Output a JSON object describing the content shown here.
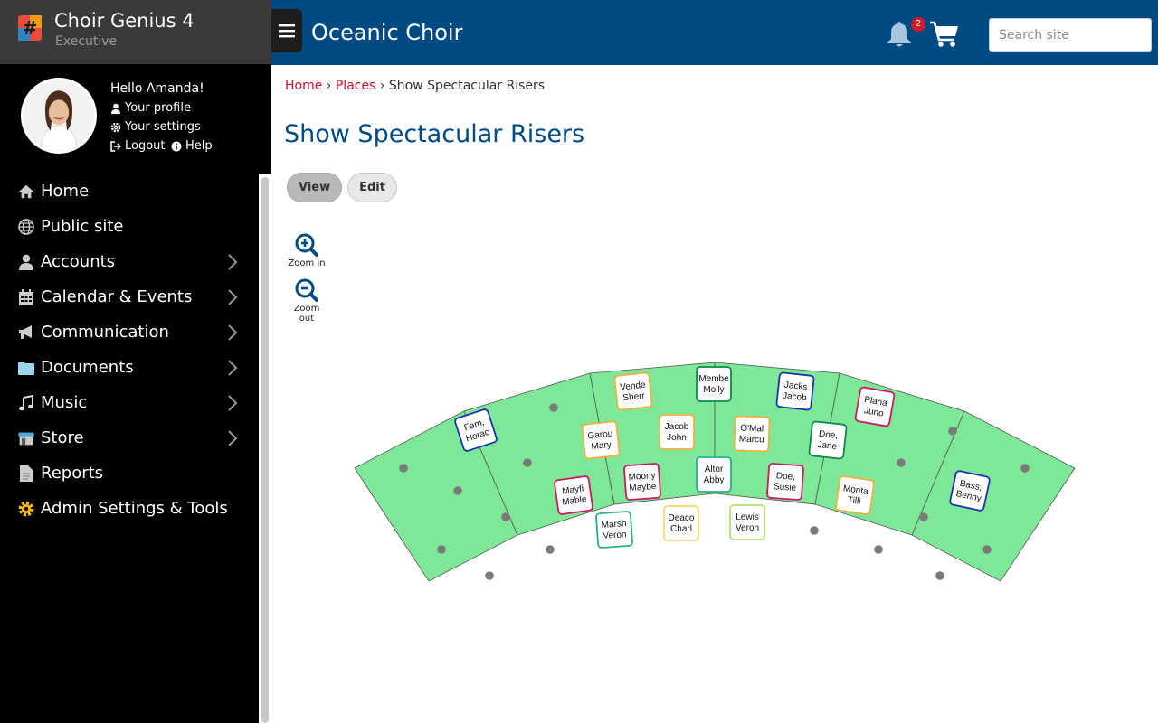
{
  "app": {
    "name": "Choir Genius 4",
    "role": "Executive"
  },
  "user": {
    "greeting": "Hello Amanda!",
    "profile_label": "Your profile",
    "settings_label": "Your settings",
    "logout_label": "Logout",
    "help_label": "Help"
  },
  "sidebar": {
    "items": [
      {
        "label": "Home",
        "icon": "home-icon",
        "has_children": false
      },
      {
        "label": "Public site",
        "icon": "globe-icon",
        "has_children": false
      },
      {
        "label": "Accounts",
        "icon": "user-icon",
        "has_children": true
      },
      {
        "label": "Calendar & Events",
        "icon": "calendar-icon",
        "has_children": true
      },
      {
        "label": "Communication",
        "icon": "megaphone-icon",
        "has_children": true
      },
      {
        "label": "Documents",
        "icon": "folder-icon",
        "has_children": true
      },
      {
        "label": "Music",
        "icon": "music-note-icon",
        "has_children": true
      },
      {
        "label": "Store",
        "icon": "store-icon",
        "has_children": true
      },
      {
        "label": "Reports",
        "icon": "report-icon",
        "has_children": false
      },
      {
        "label": "Admin Settings & Tools",
        "icon": "gear-icon",
        "has_children": false
      }
    ]
  },
  "header": {
    "org_title": "Oceanic Choir",
    "notifications_count": "2",
    "search_placeholder": "Search site"
  },
  "breadcrumb": {
    "home": "Home",
    "places": "Places",
    "current": "Show Spectacular Risers",
    "separator": "›"
  },
  "page": {
    "title": "Show Spectacular Risers",
    "tabs": [
      {
        "label": "View",
        "active": true
      },
      {
        "label": "Edit",
        "active": false
      }
    ],
    "zoom_in_label": "Zoom in",
    "zoom_out_label": "Zoom out"
  },
  "colors": {
    "header_bg": "#004a84",
    "riser_green": "#7fe898",
    "link_red": "#c8102e",
    "soprano": "#cc1a5c",
    "alto": "#0c8a4c",
    "tenor": "#f0b040",
    "bass": "#1535b0",
    "lime": "#b0e070"
  },
  "singers": [
    {
      "line1": "Fam,",
      "line2": "Horac",
      "voice": "bass"
    },
    {
      "line1": "Vende",
      "line2": "Sherr",
      "voice": "tenor"
    },
    {
      "line1": "Membe",
      "line2": "Molly",
      "voice": "alto"
    },
    {
      "line1": "Jacks",
      "line2": "Jacob",
      "voice": "bass"
    },
    {
      "line1": "Plana",
      "line2": "Juno",
      "voice": "soprano"
    },
    {
      "line1": "Garou",
      "line2": "Mary",
      "voice": "tenor"
    },
    {
      "line1": "Jacob",
      "line2": "John",
      "voice": "tenor"
    },
    {
      "line1": "O'Mal",
      "line2": "Marcu",
      "voice": "tenor"
    },
    {
      "line1": "Doe,",
      "line2": "Jane",
      "voice": "alto"
    },
    {
      "line1": "Mayfi",
      "line2": "Mable",
      "voice": "soprano"
    },
    {
      "line1": "Moony",
      "line2": "Maybe",
      "voice": "soprano"
    },
    {
      "line1": "Altor",
      "line2": "Abby",
      "voice": "alto_light"
    },
    {
      "line1": "Doe,",
      "line2": "Susie",
      "voice": "soprano"
    },
    {
      "line1": "Monta",
      "line2": "Tilli",
      "voice": "tenor"
    },
    {
      "line1": "Bass,",
      "line2": "Benny",
      "voice": "bass"
    },
    {
      "line1": "Marsh",
      "line2": "Veron",
      "voice": "alto_light"
    },
    {
      "line1": "Deaco",
      "line2": "Charl",
      "voice": "lime_yellow"
    },
    {
      "line1": "Lewis",
      "line2": "Veron",
      "voice": "lime"
    }
  ]
}
